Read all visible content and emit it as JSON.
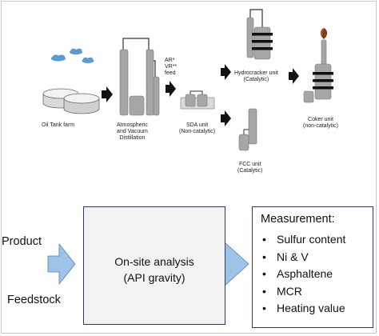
{
  "process": {
    "oil_tank_farm": "Oil Tank farm",
    "distillation": [
      "Atmospheric",
      "and Vacuum",
      "Distillation"
    ],
    "feed": [
      "AR*",
      "VR**",
      "feed"
    ],
    "sda": [
      "SDA unit",
      "(Non-catalytic)"
    ],
    "hydrocracker": [
      "Hydrocracker unit",
      "(Catalytic)"
    ],
    "fcc": [
      "FCC unit",
      "(Catalytic)"
    ],
    "coker": [
      "Coker unit",
      "(non-catalytic)"
    ]
  },
  "analysis": {
    "product": "Product",
    "feedstock": "Feedstock",
    "onsite": [
      "On-site analysis",
      "(API gravity)"
    ],
    "measurement_title": "Measurement:",
    "measurements": [
      "Sulfur content",
      "Ni & V",
      "Asphaltene",
      "MCR",
      "Heating value"
    ]
  },
  "colors": {
    "equipment": "#a6a6a6",
    "arrow_dark": "#111111",
    "arrow_blue": "#9dc3e6",
    "cloud": "#5b9bd5",
    "box_border": "#2a3a80"
  }
}
